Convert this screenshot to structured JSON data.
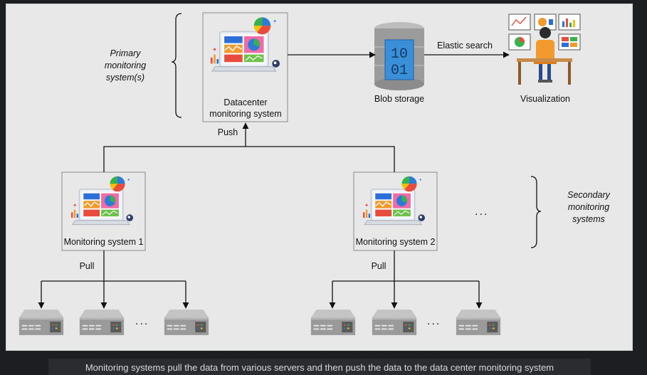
{
  "primary": {
    "bracket_label": "Primary monitoring system(s)",
    "node_label": "Datacenter monitoring system"
  },
  "storage": {
    "label": "Blob storage",
    "icon_text": "10\n01"
  },
  "edge_elastic": "Elastic search",
  "visualization": {
    "label": "Visualization"
  },
  "edge_push": "Push",
  "monitors": [
    {
      "label": "Monitoring system 1",
      "edge": "Pull"
    },
    {
      "label": "Monitoring system 2",
      "edge": "Pull"
    }
  ],
  "more_monitors": "...",
  "more_servers": "...",
  "secondary": {
    "bracket_label": "Secondary monitoring systems"
  },
  "caption": "Monitoring systems pull the data from various servers and then push the data to the data center monitoring system",
  "colors": {
    "panel_bg": "#e8e8e8",
    "page_bg": "#1d1e22",
    "server_body": "#9a9a9a",
    "storage_drum": "#9b9b9b",
    "storage_screen": "#3a8fd9"
  },
  "icons": {
    "dashboard": "laptop-dashboard-icon",
    "storage": "database-icon",
    "viewer": "person-at-desk-icon",
    "server": "rack-server-icon"
  }
}
